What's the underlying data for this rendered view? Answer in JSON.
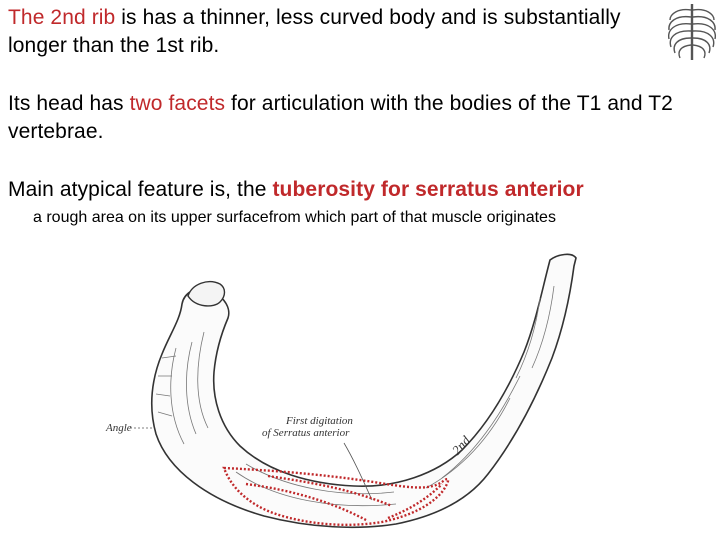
{
  "slide": {
    "p1": {
      "t1": "The 2nd rib",
      "t2": " is has a thinner, less curved body and is substantially longer than the 1st rib."
    },
    "p2": {
      "t1": "Its head has ",
      "t2": "two facets",
      "t3": " for articulation with the bodies of the T1 and T2 vertebrae."
    },
    "p3": {
      "t1": "Main atypical feature is, the ",
      "t2": "tuberosity for serratus anterior"
    },
    "sub": "a rough area on its upper surfacefrom which part of that muscle originates"
  },
  "figure": {
    "labels": {
      "angle": "Angle",
      "digit_line1": "First digitation",
      "digit_line2": "of Serratus anterior",
      "rib": "2nd"
    }
  },
  "colors": {
    "highlight": "#c0292b",
    "muscle_outline": "#c0292b",
    "text": "#000000"
  },
  "icons": {
    "thumbnail": "ribcage-icon"
  }
}
